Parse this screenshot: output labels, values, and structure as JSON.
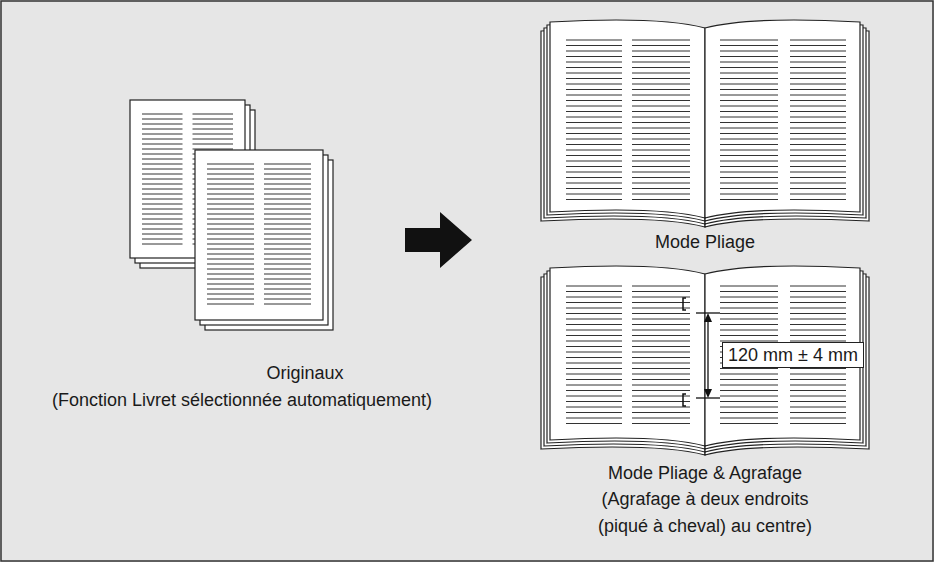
{
  "diagram": {
    "labels": [
      "Originaux",
      "(Fonction Livret sélectionnée automatiquement)",
      "Mode Pliage",
      "120 mm ± 4 mm",
      "Mode Pliage & Agrafage",
      "(Agrafage à deux endroits (piqué à cheval) au centre)"
    ]
  }
}
